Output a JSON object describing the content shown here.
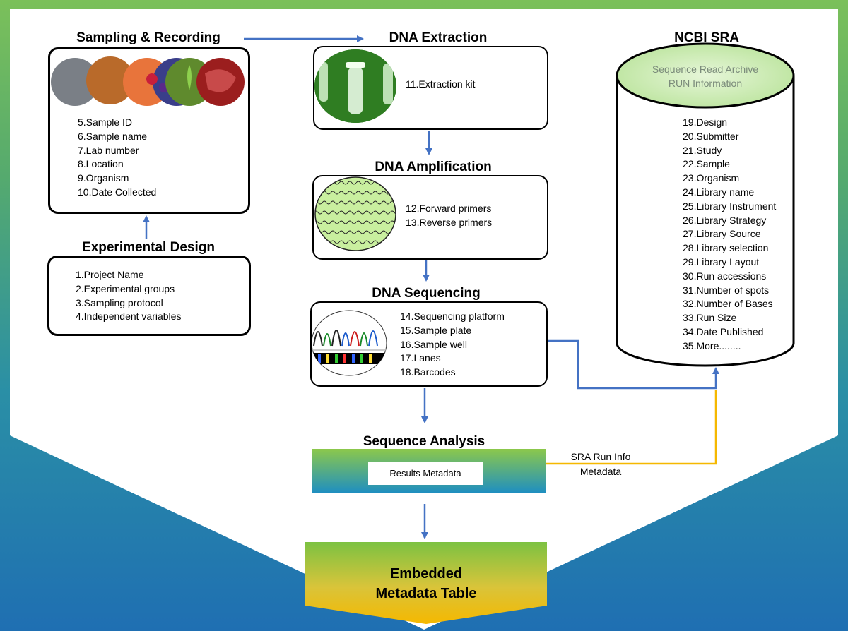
{
  "sampling": {
    "title": "Sampling & Recording",
    "items": [
      "5.Sample ID",
      "6.Sample name",
      "7.Lab number",
      "8.Location",
      "9.Organism",
      "10.Date Collected"
    ]
  },
  "experimental_design": {
    "title": "Experimental Design",
    "items": [
      "1.Project Name",
      "2.Experimental groups",
      "3.Sampling protocol",
      "4.Independent variables"
    ]
  },
  "dna_extraction": {
    "title": "DNA Extraction",
    "items": [
      "11.Extraction kit"
    ]
  },
  "dna_amplification": {
    "title": "DNA Amplification",
    "items": [
      "12.Forward primers",
      "13.Reverse primers"
    ]
  },
  "dna_sequencing": {
    "title": "DNA Sequencing",
    "items": [
      "14.Sequencing platform",
      "15.Sample plate",
      "16.Sample well",
      "17.Lanes",
      "18.Barcodes"
    ]
  },
  "ncbi_sra": {
    "title": "NCBI SRA",
    "header_line1": "Sequence Read Archive",
    "header_line2": "RUN Information",
    "items": [
      "19.Design",
      "20.Submitter",
      "21.Study",
      "22.Sample",
      "23.Organism",
      "24.Library name",
      "25.Library Instrument",
      "26.Library Strategy",
      "27.Library Source",
      "28.Library selection",
      "29.Library Layout",
      "30.Run accessions",
      "31.Number of spots",
      "32.Number of Bases",
      "33.Run Size",
      "34.Date Published",
      "35.More........"
    ]
  },
  "sequence_analysis": {
    "title": "Sequence Analysis",
    "results_label": "Results Metadata"
  },
  "sra_run_info": {
    "line1": "SRA Run Info",
    "line2": "Metadata"
  },
  "embedded_table": {
    "line1": "Embedded",
    "line2": "Metadata Table"
  },
  "colors": {
    "arrow_blue": "#4472c4",
    "connector_yellow": "#f5b800",
    "bg_top_green": "#7bc05a",
    "bg_bottom_blue": "#1f6fb2"
  }
}
